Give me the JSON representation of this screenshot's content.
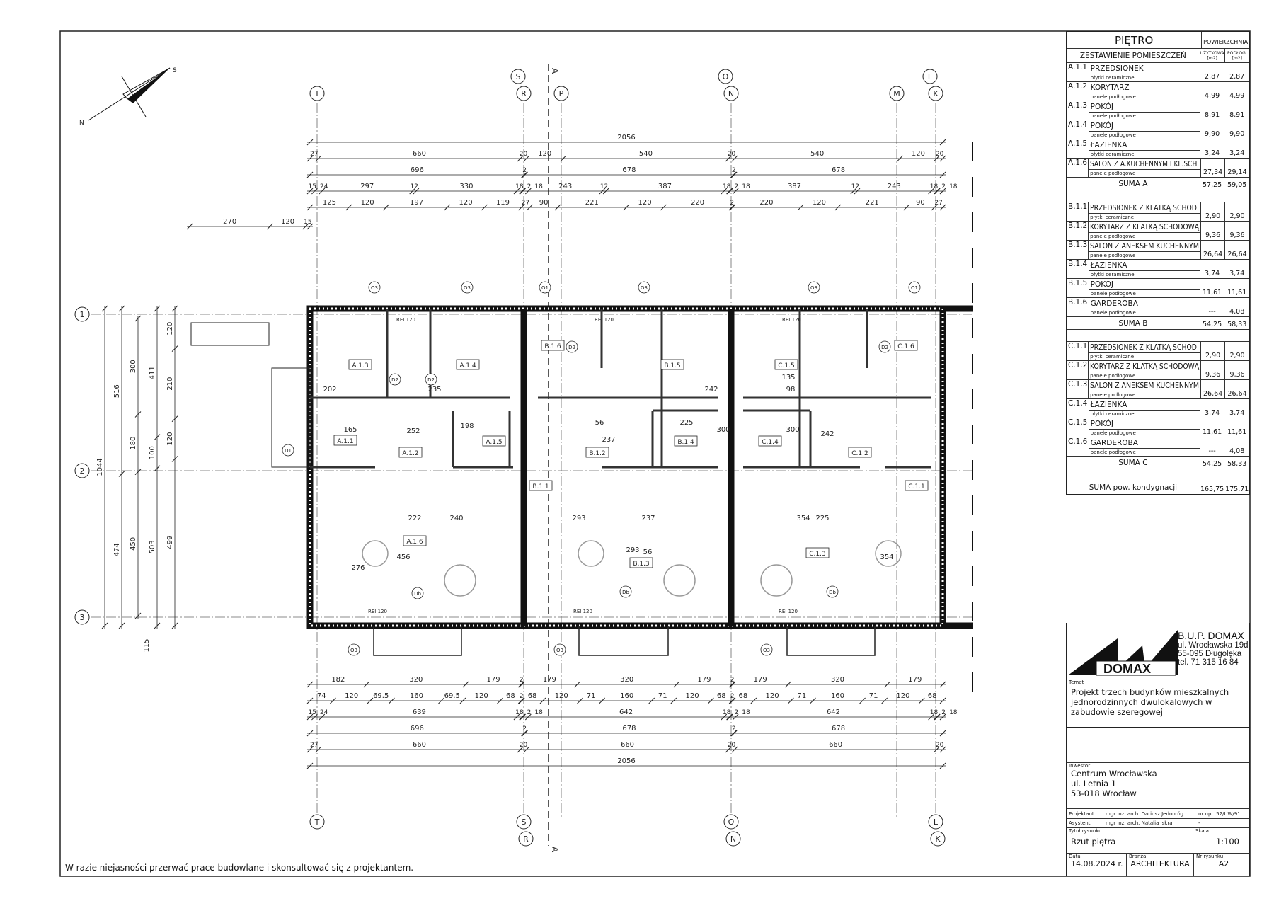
{
  "drawing": {
    "north_labels": {
      "n": "N",
      "s": "S"
    },
    "axes_top": [
      {
        "upper": "",
        "lower": "T"
      },
      {
        "upper": "S",
        "lower": "R"
      },
      {
        "upper": "",
        "lower": "P"
      },
      {
        "upper": "O",
        "lower": "N"
      },
      {
        "upper": "",
        "lower": "M"
      },
      {
        "upper": "L",
        "lower": "K"
      }
    ],
    "axes_bottom": [
      {
        "upper": "T",
        "lower": ""
      },
      {
        "upper": "S",
        "lower": "R"
      },
      {
        "upper": "O",
        "lower": "N"
      },
      {
        "upper": "L",
        "lower": "K"
      }
    ],
    "axes_left": [
      "1",
      "2",
      "3"
    ],
    "section_label": "A",
    "dims_top": [
      [
        "2056"
      ],
      [
        "27",
        "660",
        "20",
        "120",
        "540",
        "20",
        "540",
        "120",
        "20"
      ],
      [
        "696",
        "2",
        "678",
        "2",
        "678"
      ],
      [
        "15",
        "24",
        "297",
        "12",
        "330",
        "18",
        "2",
        "18",
        "243",
        "12",
        "387",
        "18",
        "2",
        "18",
        "387",
        "12",
        "243",
        "18",
        "2",
        "18"
      ],
      [
        "125",
        "120",
        "197",
        "120",
        "119",
        "27",
        "90",
        "221",
        "120",
        "220",
        "2",
        "220",
        "120",
        "221",
        "90",
        "27"
      ]
    ],
    "dims_stairs": [
      "270",
      "120",
      "15"
    ],
    "dims_bottom": [
      [
        "182",
        "320",
        "179",
        "2",
        "179",
        "320",
        "179",
        "2",
        "179",
        "320",
        "179"
      ],
      [
        "74",
        "120",
        "69.5",
        "160",
        "69.5",
        "120",
        "68",
        "2",
        "68",
        "120",
        "71",
        "160",
        "71",
        "120",
        "68",
        "2",
        "68",
        "120",
        "71",
        "160",
        "71",
        "120",
        "68"
      ],
      [
        "15",
        "24",
        "639",
        "18",
        "2",
        "18",
        "642",
        "18",
        "2",
        "18",
        "642",
        "18",
        "2",
        "18"
      ],
      [
        "696",
        "2",
        "678",
        "2",
        "678"
      ],
      [
        "27",
        "660",
        "20",
        "660",
        "20",
        "660",
        "20"
      ],
      [
        "2056"
      ]
    ],
    "dims_left": {
      "col1": [
        "1044"
      ],
      "col2": [
        "516",
        "474"
      ],
      "col3": [
        "300",
        "180",
        "450"
      ],
      "col4": [
        "411",
        "100",
        "503"
      ],
      "col5": [
        "120",
        "210",
        "120",
        "499"
      ],
      "bottom": "115"
    },
    "room_tags": [
      "A.1.1",
      "A.1.2",
      "A.1.3",
      "A.1.4",
      "A.1.5",
      "A.1.6",
      "B.1.1",
      "B.1.2",
      "B.1.3",
      "B.1.4",
      "B.1.5",
      "B.1.6",
      "C.1.1",
      "C.1.2",
      "C.1.3",
      "C.1.4",
      "C.1.5",
      "C.1.6"
    ],
    "room_dims": [
      "202",
      "235",
      "165",
      "252",
      "198",
      "222",
      "240",
      "276",
      "456",
      "293",
      "225",
      "242",
      "237",
      "354",
      "56",
      "98",
      "135",
      "300",
      "300",
      "242",
      "225",
      "293",
      "237",
      "56",
      "354"
    ],
    "openings": {
      "o1": "O1",
      "o3": "O3",
      "d1": "D1",
      "d2": "D2",
      "db": "Db"
    },
    "fire_rating": "REI 120"
  },
  "table": {
    "title": "PIĘTRO",
    "subtitle": "ZESTAWIENIE POMIESZCZEŃ",
    "area_header": "POWIERZCHNIA",
    "col_usable": "UŻYTKOWA [m2]",
    "col_floor": "PODŁOGI [m2]",
    "groups": [
      {
        "rooms": [
          {
            "code": "A.1.1",
            "name": "PRZEDSIONEK",
            "material": "płytki ceramiczne",
            "usable": "2,87",
            "floor": "2,87"
          },
          {
            "code": "A.1.2",
            "name": "KORYTARZ",
            "material": "panele podłogowe",
            "usable": "4,99",
            "floor": "4,99"
          },
          {
            "code": "A.1.3",
            "name": "POKÓJ",
            "material": "panele podłogowe",
            "usable": "8,91",
            "floor": "8,91"
          },
          {
            "code": "A.1.4",
            "name": "POKÓJ",
            "material": "panele podłogowe",
            "usable": "9,90",
            "floor": "9,90"
          },
          {
            "code": "A.1.5",
            "name": "ŁAZIENKA",
            "material": "płytki ceramiczne",
            "usable": "3,24",
            "floor": "3,24"
          },
          {
            "code": "A.1.6",
            "name": "SALON Z A.KUCHENNYM I KL.SCH.",
            "material": "panele podłogowe",
            "usable": "27,34",
            "floor": "29,14"
          }
        ],
        "sum_label": "SUMA A",
        "sum_usable": "57,25",
        "sum_floor": "59,05"
      },
      {
        "rooms": [
          {
            "code": "B.1.1",
            "name": "PRZEDSIONEK Z KLATKĄ SCHOD.",
            "material": "płytki ceramiczne",
            "usable": "2,90",
            "floor": "2,90"
          },
          {
            "code": "B.1.2",
            "name": "KORYTARZ Z KLATKĄ SCHODOWĄ",
            "material": "panele podłogowe",
            "usable": "9,36",
            "floor": "9,36"
          },
          {
            "code": "B.1.3",
            "name": "SALON Z ANEKSEM KUCHENNYM",
            "material": "panele podłogowe",
            "usable": "26,64",
            "floor": "26,64"
          },
          {
            "code": "B.1.4",
            "name": "ŁAZIENKA",
            "material": "płytki ceramiczne",
            "usable": "3,74",
            "floor": "3,74"
          },
          {
            "code": "B.1.5",
            "name": "POKÓJ",
            "material": "panele podłogowe",
            "usable": "11,61",
            "floor": "11,61"
          },
          {
            "code": "B.1.6",
            "name": "GARDEROBA",
            "material": "panele podłogowe",
            "usable": "---",
            "floor": "4,08"
          }
        ],
        "sum_label": "SUMA B",
        "sum_usable": "54,25",
        "sum_floor": "58,33"
      },
      {
        "rooms": [
          {
            "code": "C.1.1",
            "name": "PRZEDSIONEK Z KLATKĄ SCHOD.",
            "material": "płytki ceramiczne",
            "usable": "2,90",
            "floor": "2,90"
          },
          {
            "code": "C.1.2",
            "name": "KORYTARZ Z KLATKĄ SCHODOWĄ",
            "material": "panele podłogowe",
            "usable": "9,36",
            "floor": "9,36"
          },
          {
            "code": "C.1.3",
            "name": "SALON Z ANEKSEM KUCHENNYM",
            "material": "panele podłogowe",
            "usable": "26,64",
            "floor": "26,64"
          },
          {
            "code": "C.1.4",
            "name": "ŁAZIENKA",
            "material": "płytki ceramiczne",
            "usable": "3,74",
            "floor": "3,74"
          },
          {
            "code": "C.1.5",
            "name": "POKÓJ",
            "material": "panele podłogowe",
            "usable": "11,61",
            "floor": "11,61"
          },
          {
            "code": "C.1.6",
            "name": "GARDEROBA",
            "material": "panele podłogowe",
            "usable": "---",
            "floor": "4,08"
          }
        ],
        "sum_label": "SUMA C",
        "sum_usable": "54,25",
        "sum_floor": "58,33"
      }
    ],
    "total_label": "SUMA pow. kondygnacji",
    "total_usable": "165,75",
    "total_floor": "175,71"
  },
  "title_block": {
    "logo_text": "DOMAX",
    "company": "B.U.P. DOMAX",
    "address1": "ul. Wrocławska 19d",
    "address2": "55-095 Długołęka",
    "phone": "tel. 71 315 16 84",
    "topic_label": "Temat",
    "topic": "Projekt trzech budynków mieszkalnych jednorodzinnych dwulokalowych w zabudowie szeregowej",
    "investor_label": "Inwestor",
    "investor_name": "Centrum Wrocławska",
    "investor_street": "ul. Letnia 1",
    "investor_city": "53-018 Wrocław",
    "designer_label": "Projektant",
    "designer": "mgr inż. arch. Dariusz Jednoróg",
    "designer_license": "nr upr. 52/UW/91",
    "assistant_label": "Asystent",
    "assistant": "mgr inż. arch. Natalia Iskra",
    "assistant_license": "-",
    "drawing_title_label": "Tytuł rysunku",
    "drawing_title": "Rzut piętra",
    "scale_label": "Skala",
    "scale": "1:100",
    "date_label": "Data",
    "date": "14.08.2024 r.",
    "branch_label": "Branża",
    "branch": "ARCHITEKTURA",
    "drawing_no_label": "Nr rysunku",
    "drawing_no": "A2"
  },
  "footer_note": "W razie niejasności przerwać prace budowlane i skonsultować się z projektantem."
}
